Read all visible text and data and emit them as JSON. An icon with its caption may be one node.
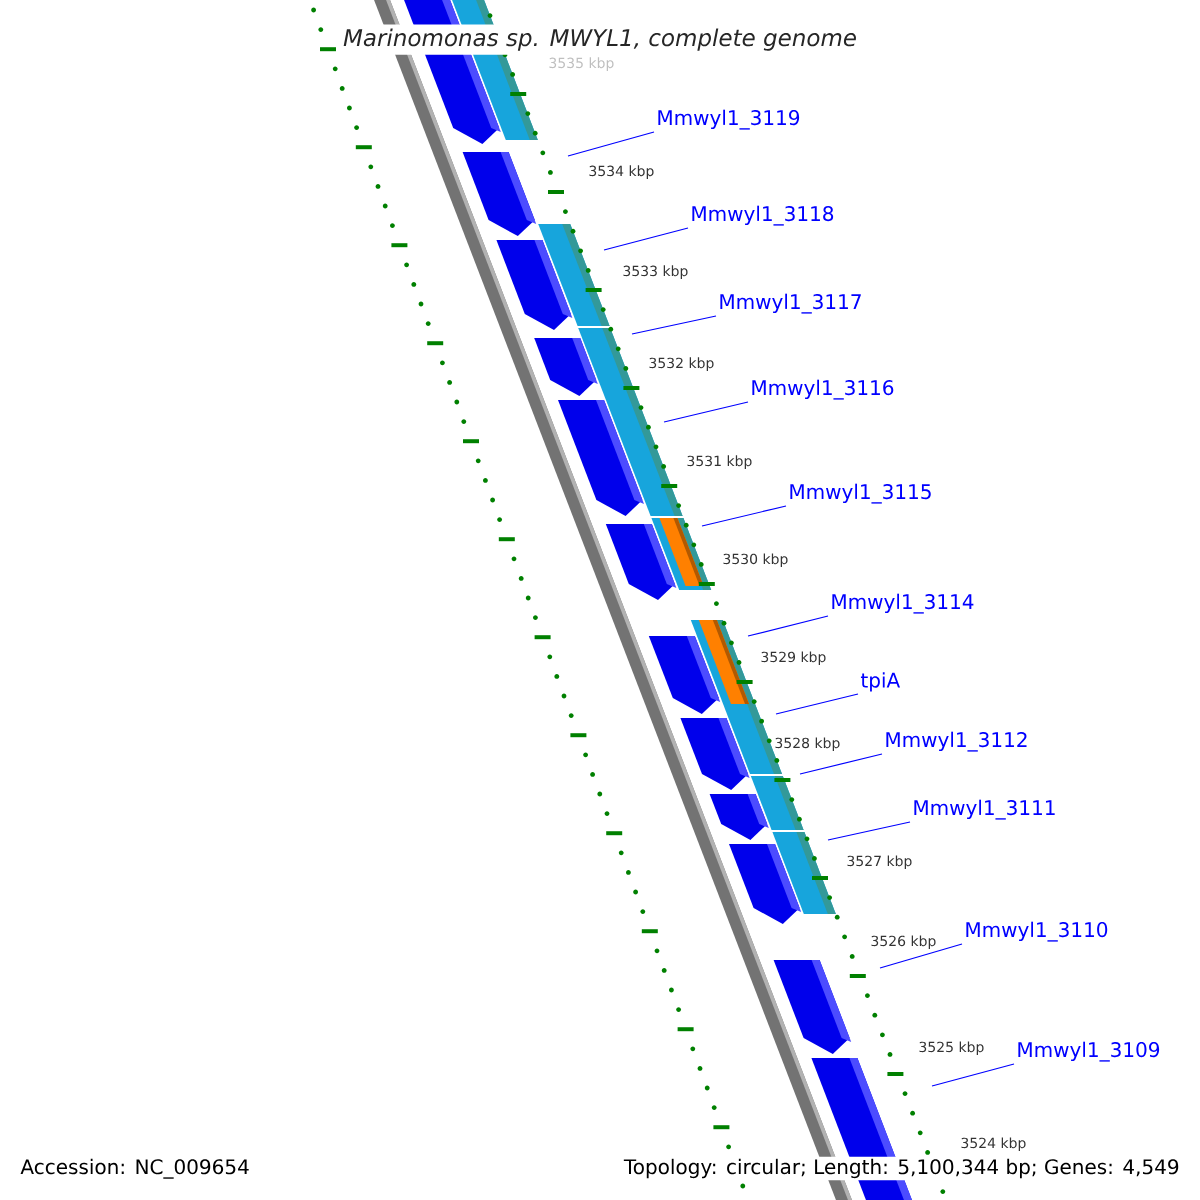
{
  "diagram": {
    "title": "Marinomonas sp. MWYL1, complete genome",
    "nodes": [
      {
        "text": [
          "Mmwyl1_3119"
        ]
      },
      {
        "text": [
          "Mmwyl1_3118"
        ]
      },
      {
        "text": [
          "Mmwyl1_3117"
        ]
      },
      {
        "text": [
          "Mmwyl1_3116"
        ]
      },
      {
        "text": [
          "Mmwyl1_3115"
        ]
      },
      {
        "text": [
          "Mmwyl1_3114"
        ]
      },
      {
        "text": [
          "tpiA"
        ]
      },
      {
        "text": [
          "Mmwyl1_3112"
        ]
      },
      {
        "text": [
          "Mmwyl1_3111"
        ]
      },
      {
        "text": [
          "Mmwyl1_3110"
        ]
      },
      {
        "text": [
          "Mmwyl1_3109"
        ]
      }
    ],
    "edges": [
      {
        "from": 0,
        "to": null,
        "arrow": "none"
      },
      {
        "from": 1,
        "to": null,
        "arrow": "none"
      },
      {
        "from": 2,
        "to": null,
        "arrow": "none"
      },
      {
        "from": 3,
        "to": null,
        "arrow": "none"
      },
      {
        "from": 4,
        "to": null,
        "arrow": "none"
      },
      {
        "from": 5,
        "to": null,
        "arrow": "none"
      },
      {
        "from": 6,
        "to": null,
        "arrow": "none"
      },
      {
        "from": 7,
        "to": null,
        "arrow": "none"
      },
      {
        "from": 8,
        "to": null,
        "arrow": "none"
      },
      {
        "from": 9,
        "to": null,
        "arrow": "none"
      },
      {
        "from": 10,
        "to": null,
        "arrow": "none"
      }
    ],
    "labels": [
      "3535 kbp",
      "3534 kbp",
      "3533 kbp",
      "3532 kbp",
      "3531 kbp",
      "3530 kbp",
      "3529 kbp",
      "3528 kbp",
      "3527 kbp",
      "3526 kbp",
      "3525 kbp",
      "3524 kbp",
      "Accession: NC_009654",
      "Topology: circular; Length: 5,100,344 bp; Genes: 4,549"
    ]
  }
}
